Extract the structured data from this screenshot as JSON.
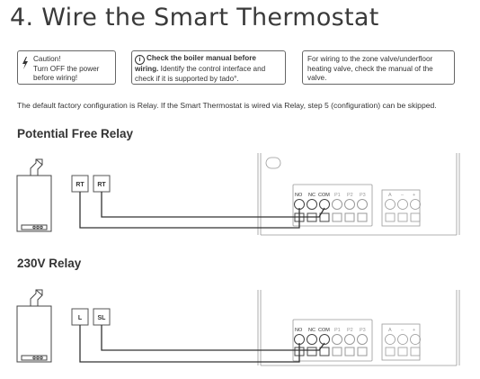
{
  "title": "4. Wire the Smart Thermostat",
  "caution": {
    "line1": "Caution!",
    "line2": "Turn OFF the power",
    "line3": "before wiring!"
  },
  "boiler_note": {
    "bold": "Check the boiler manual before wiring.",
    "rest": "Identify the control interface and check if it is supported by tado°."
  },
  "zone_note": "For wiring to the zone valve/underfloor heating valve, check the manual of the valve.",
  "default_text": "The default factory configuration is Relay. If the Smart Thermostat is wired via Relay, step 5 (configuration) can be skipped.",
  "sections": [
    {
      "heading": "Potential Free Relay",
      "boiler_terminals": [
        "RT",
        "RT"
      ]
    },
    {
      "heading": "230V Relay",
      "boiler_terminals": [
        "L",
        "SL"
      ]
    }
  ],
  "thermostat_terminals": [
    "NO",
    "NC",
    "COM",
    "P1",
    "P2",
    "P3"
  ],
  "aux_terminals": [
    "A",
    "–",
    "+"
  ],
  "icons": [
    "lightning-icon",
    "info-icon",
    "boiler-icon",
    "thermostat-icon"
  ]
}
